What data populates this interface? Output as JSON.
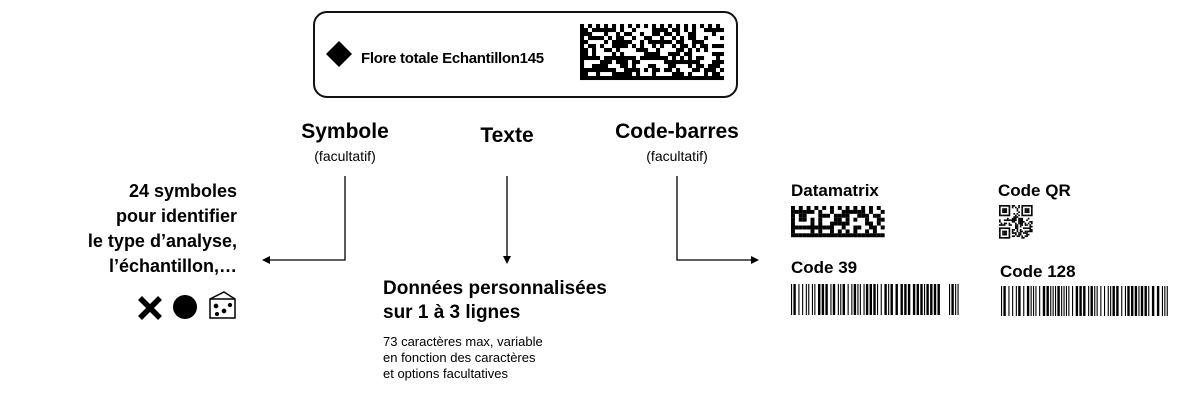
{
  "label": {
    "text": "Flore totale Echantillon145"
  },
  "symbol": {
    "title": "Symbole",
    "note": "(facultatif)",
    "description": "24 symboles\npour identifier\nle type d’analyse,\nl’échantillon,…"
  },
  "text_field": {
    "title": "Texte",
    "description": "Données personnalisées\nsur 1 à 3 lignes",
    "note": "73 caractères max, variable\nen fonction des caractères\net options facultatives"
  },
  "barcode": {
    "title": "Code-barres",
    "note": "(facultatif)",
    "types": {
      "datamatrix": "Datamatrix",
      "qr": "Code QR",
      "code39": "Code 39",
      "code128": "Code 128"
    }
  },
  "icons": [
    "diamond-icon",
    "cross-icon",
    "circle-icon",
    "cheese-icon"
  ],
  "colors": {
    "ink": "#000000",
    "background": "#ffffff"
  }
}
